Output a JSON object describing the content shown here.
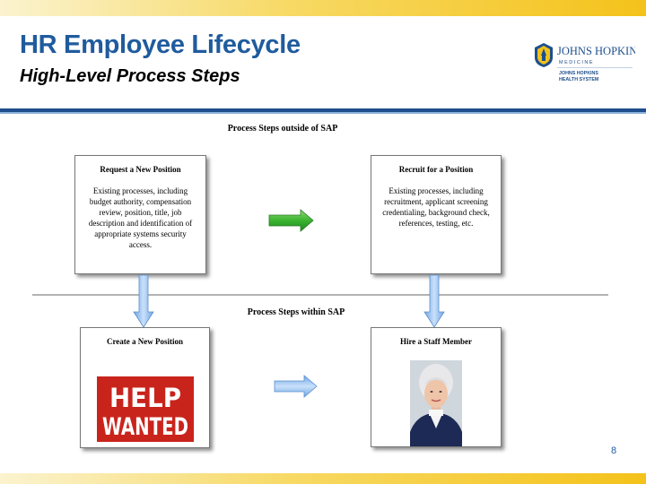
{
  "header": {
    "title": "HR Employee Lifecycle",
    "subtitle": "High-Level Process Steps"
  },
  "logo": {
    "line1": "JOHNS HOPKINS",
    "line2": "M E D I C I N E",
    "line3": "JOHNS HOPKINS",
    "line4": "HEALTH SYSTEM"
  },
  "sections": {
    "outside": "Process Steps outside of SAP",
    "within": "Process Steps within SAP"
  },
  "boxes": [
    {
      "title": "Request a New Position",
      "body": "Existing processes, including budget authority, compensation review, position, title, job description and identification of appropriate systems security access."
    },
    {
      "title": "Recruit for a Position",
      "body": "Existing processes, including recruitment, applicant screening credentialing, background check, references, testing, etc."
    },
    {
      "title": "Create a New Position"
    },
    {
      "title": "Hire a Staff Member"
    }
  ],
  "help_sign": {
    "line1": "HELP",
    "line2": "WANTED"
  },
  "page_number": "8",
  "colors": {
    "title_blue": "#1f5b9e",
    "rule_blue": "#1e4f8c",
    "green_arrow": "#2faa2a",
    "blue_arrow": "#9ec4ee",
    "help_red": "#c9241b"
  }
}
